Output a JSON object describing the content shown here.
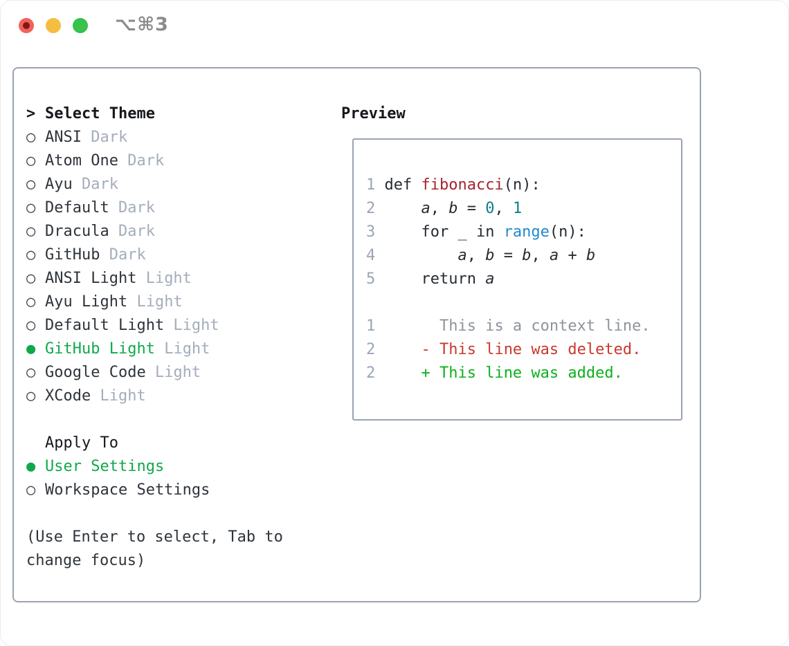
{
  "window": {
    "shortcut_label": "⌥⌘3"
  },
  "colors": {
    "accent-green": "#10a84c",
    "added-green": "#0cb01c",
    "deleted-red": "#c8392c",
    "func-red": "#a42430",
    "builtin-blue": "#2189ca",
    "num-teal": "#0d7e89",
    "muted-gray": "#a3adbb",
    "hint-gray": "#9ba5b3",
    "lineno-gray": "#9aa5b3",
    "context-gray": "#8d949d",
    "border-gray": "#9aa3af",
    "text-dark": "#2e343b",
    "title-dark": "#15181c",
    "code-dark": "#262c33",
    "shortcut-gray": "#8b8b8b",
    "traffic-red": "#f2615c",
    "traffic-red-dot": "#7c1a12",
    "traffic-yellow": "#f5be41",
    "traffic-green": "#36c24c"
  },
  "theme_panel": {
    "title_prefix": ">",
    "title": "Select Theme",
    "marker_selected": "●",
    "marker_unselected": "○",
    "items": [
      {
        "name": "ANSI",
        "variant": "Dark",
        "selected": false
      },
      {
        "name": "Atom One",
        "variant": "Dark",
        "selected": false
      },
      {
        "name": "Ayu",
        "variant": "Dark",
        "selected": false
      },
      {
        "name": "Default",
        "variant": "Dark",
        "selected": false
      },
      {
        "name": "Dracula",
        "variant": "Dark",
        "selected": false
      },
      {
        "name": "GitHub",
        "variant": "Dark",
        "selected": false
      },
      {
        "name": "ANSI Light",
        "variant": "Light",
        "selected": false
      },
      {
        "name": "Ayu Light",
        "variant": "Light",
        "selected": false
      },
      {
        "name": "Default Light",
        "variant": "Light",
        "selected": false
      },
      {
        "name": "GitHub Light",
        "variant": "Light",
        "selected": true
      },
      {
        "name": "Google Code",
        "variant": "Light",
        "selected": false
      },
      {
        "name": "XCode",
        "variant": "Light",
        "selected": false
      }
    ],
    "apply_to_title": "Apply To",
    "apply_options": [
      {
        "label": "User Settings",
        "selected": true
      },
      {
        "label": "Workspace Settings",
        "selected": false
      }
    ],
    "hint_lines": [
      "(Use Enter to select, Tab to",
      "change focus)"
    ]
  },
  "preview": {
    "title": "Preview",
    "code_lines": [
      [
        {
          "t": "1",
          "c": "lineno"
        },
        {
          "t": " def ",
          "c": "plain"
        },
        {
          "t": "fibonacci",
          "c": "func"
        },
        {
          "t": "(n):",
          "c": "plain"
        }
      ],
      [
        {
          "t": "2",
          "c": "lineno"
        },
        {
          "t": "     ",
          "c": "plain"
        },
        {
          "t": "a",
          "c": "var"
        },
        {
          "t": ", ",
          "c": "plain"
        },
        {
          "t": "b",
          "c": "var"
        },
        {
          "t": " = ",
          "c": "plain"
        },
        {
          "t": "0",
          "c": "num"
        },
        {
          "t": ", ",
          "c": "plain"
        },
        {
          "t": "1",
          "c": "num"
        }
      ],
      [
        {
          "t": "3",
          "c": "lineno"
        },
        {
          "t": "     for _ in ",
          "c": "plain"
        },
        {
          "t": "range",
          "c": "builtin"
        },
        {
          "t": "(n):",
          "c": "plain"
        }
      ],
      [
        {
          "t": "4",
          "c": "lineno"
        },
        {
          "t": "         ",
          "c": "plain"
        },
        {
          "t": "a",
          "c": "var"
        },
        {
          "t": ", ",
          "c": "plain"
        },
        {
          "t": "b",
          "c": "var"
        },
        {
          "t": " = ",
          "c": "plain"
        },
        {
          "t": "b",
          "c": "var"
        },
        {
          "t": ", ",
          "c": "plain"
        },
        {
          "t": "a",
          "c": "var"
        },
        {
          "t": " + ",
          "c": "plain"
        },
        {
          "t": "b",
          "c": "var"
        }
      ],
      [
        {
          "t": "5",
          "c": "lineno"
        },
        {
          "t": "     return ",
          "c": "plain"
        },
        {
          "t": "a",
          "c": "var"
        }
      ],
      [],
      [
        {
          "t": "1",
          "c": "lineno"
        },
        {
          "t": "       ",
          "c": "plain"
        },
        {
          "t": "This is a context line.",
          "c": "ctx"
        }
      ],
      [
        {
          "t": "2",
          "c": "lineno"
        },
        {
          "t": "     ",
          "c": "plain"
        },
        {
          "t": "- This line was deleted.",
          "c": "del"
        }
      ],
      [
        {
          "t": "2",
          "c": "lineno"
        },
        {
          "t": "     ",
          "c": "plain"
        },
        {
          "t": "+ This line was added.",
          "c": "add"
        }
      ]
    ]
  }
}
